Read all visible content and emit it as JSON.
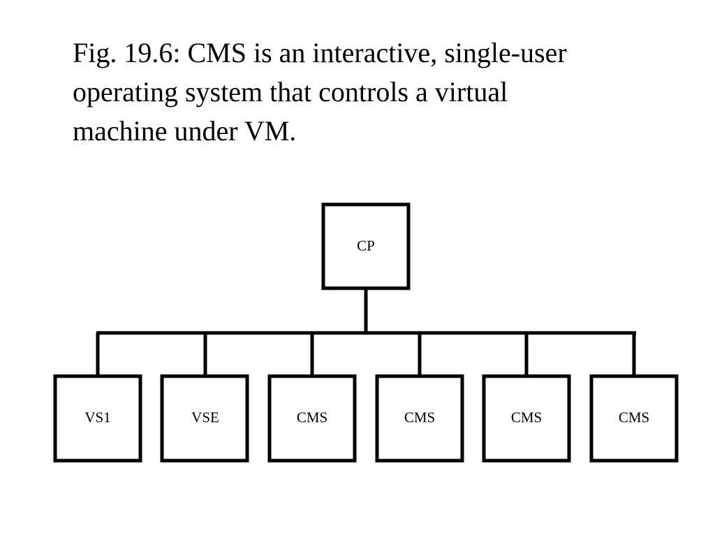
{
  "caption": {
    "line1": "Fig. 19.6: CMS is an interactive, single-user",
    "line2": "operating system that controls a virtual",
    "line3": "machine under VM."
  },
  "diagram": {
    "root": {
      "label": "CP"
    },
    "children": [
      {
        "label": "VS1"
      },
      {
        "label": "VSE"
      },
      {
        "label": "CMS"
      },
      {
        "label": "CMS"
      },
      {
        "label": "CMS"
      },
      {
        "label": "CMS"
      }
    ]
  }
}
